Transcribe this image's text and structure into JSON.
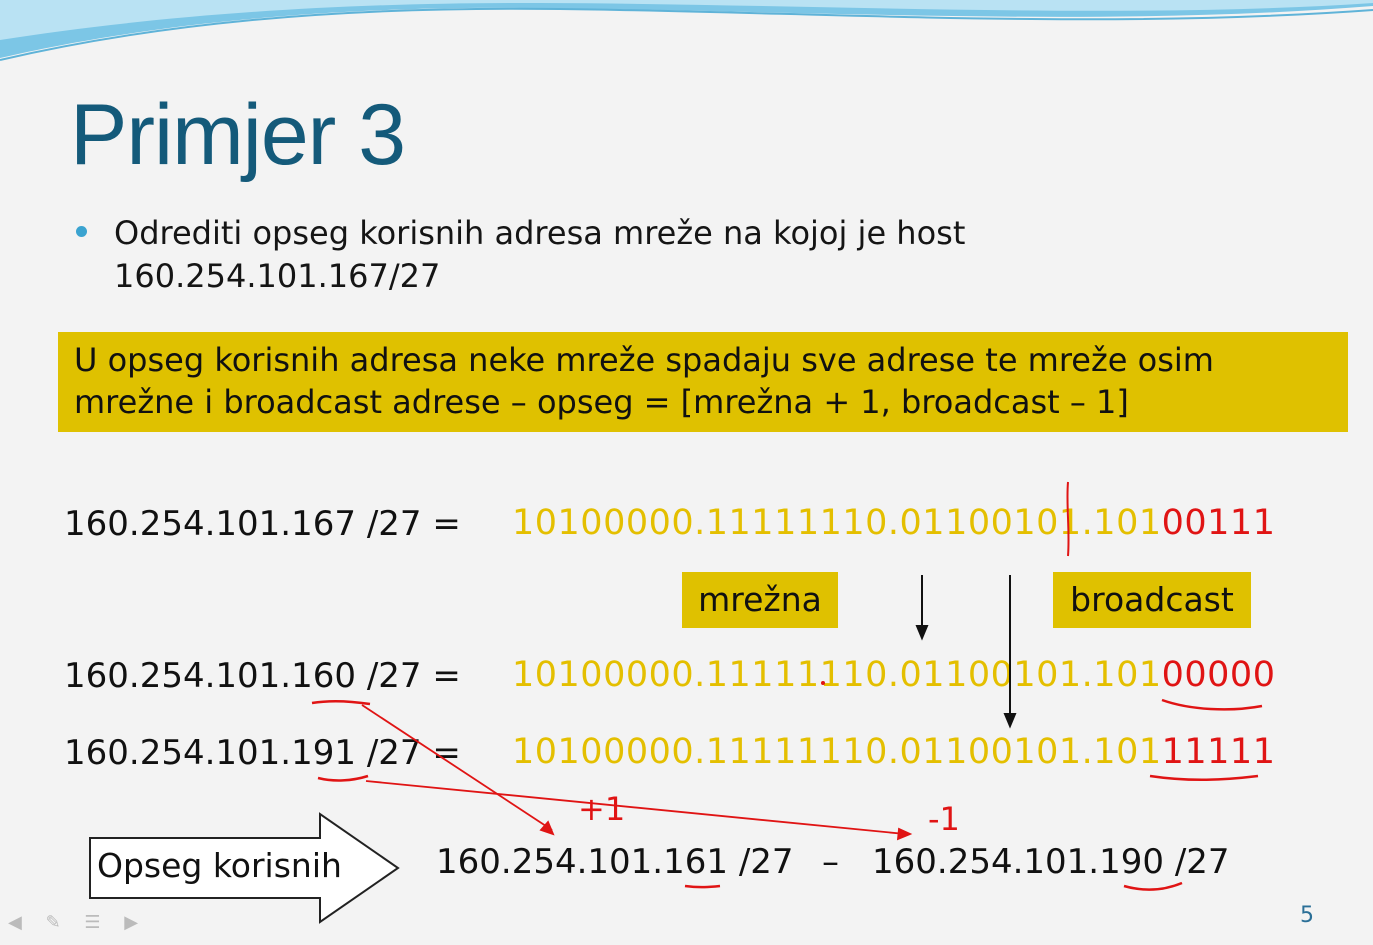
{
  "title": "Primjer 3",
  "bullet": {
    "line1": "Odrediti opseg korisnih adresa mreže na kojoj je host",
    "line2": "160.254.101.167/27"
  },
  "rule": {
    "line1": "U opseg korisnih adresa neke mreže spadaju sve adrese te mreže osim",
    "line2": "mrežne i broadcast adrese – opseg = [mrežna + 1, broadcast – 1]"
  },
  "rows": [
    {
      "label": "160.254.101.167 /27 =",
      "bin_prefix": "10100000.11111110.01100101.101",
      "bin_suffix": "00111"
    },
    {
      "label": "160.254.101.160 /27 =",
      "bin_prefix": "10100000.11111110.01100101.101",
      "bin_suffix": "00000"
    },
    {
      "label": "160.254.101.191 /27 =",
      "bin_prefix": "10100000.11111110.01100101.101",
      "bin_suffix": "11111"
    }
  ],
  "tags": {
    "network": "mrežna",
    "broadcast": "broadcast"
  },
  "range": {
    "arrow_label": "Opseg korisnih",
    "start": "160.254.101.161 /27",
    "dash": "–",
    "end": "160.254.101.190 /27"
  },
  "notes": {
    "plus": "+1",
    "minus": "-1"
  },
  "slide_number": "5",
  "colors": {
    "title": "#145a7a",
    "highlight": "#dfc100",
    "binary": "#e4bf00",
    "annotation": "#e01414"
  }
}
